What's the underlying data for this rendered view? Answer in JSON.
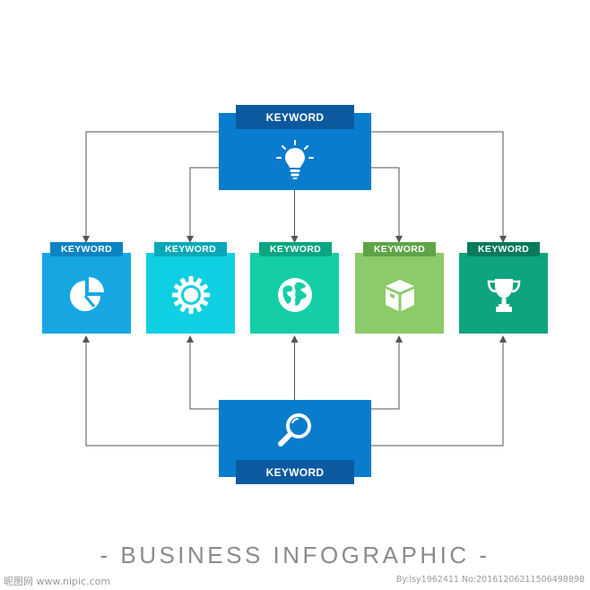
{
  "colors": {
    "top_box": "#0a7ccd",
    "top_tag": "#0b5aa0",
    "bottom_box": "#0a7ccd",
    "bottom_tag": "#0b5aa0",
    "line": "#555555",
    "title": "#8b8b8b"
  },
  "top": {
    "label": "KEYWORD",
    "icon": "lightbulb-icon"
  },
  "bottom": {
    "label": "KEYWORD",
    "icon": "magnifier-icon"
  },
  "items": [
    {
      "label": "KEYWORD",
      "icon": "pie-chart-icon",
      "box_color": "#16a7e2",
      "tag_color": "#0a84c2"
    },
    {
      "label": "KEYWORD",
      "icon": "gear-icon",
      "box_color": "#0fd0e2",
      "tag_color": "#06a8b8"
    },
    {
      "label": "KEYWORD",
      "icon": "globe-icon",
      "box_color": "#14cfa6",
      "tag_color": "#0aa683"
    },
    {
      "label": "KEYWORD",
      "icon": "box-icon",
      "box_color": "#8bcb6a",
      "tag_color": "#5ea447"
    },
    {
      "label": "KEYWORD",
      "icon": "trophy-icon",
      "box_color": "#0ea47f",
      "tag_color": "#097a5e"
    }
  ],
  "title": "- BUSINESS INFOGRAPHIC -",
  "watermark": {
    "left": "昵图网 www.nipic.com",
    "right": "By:lsy1962411 No:20161206211506498898"
  }
}
